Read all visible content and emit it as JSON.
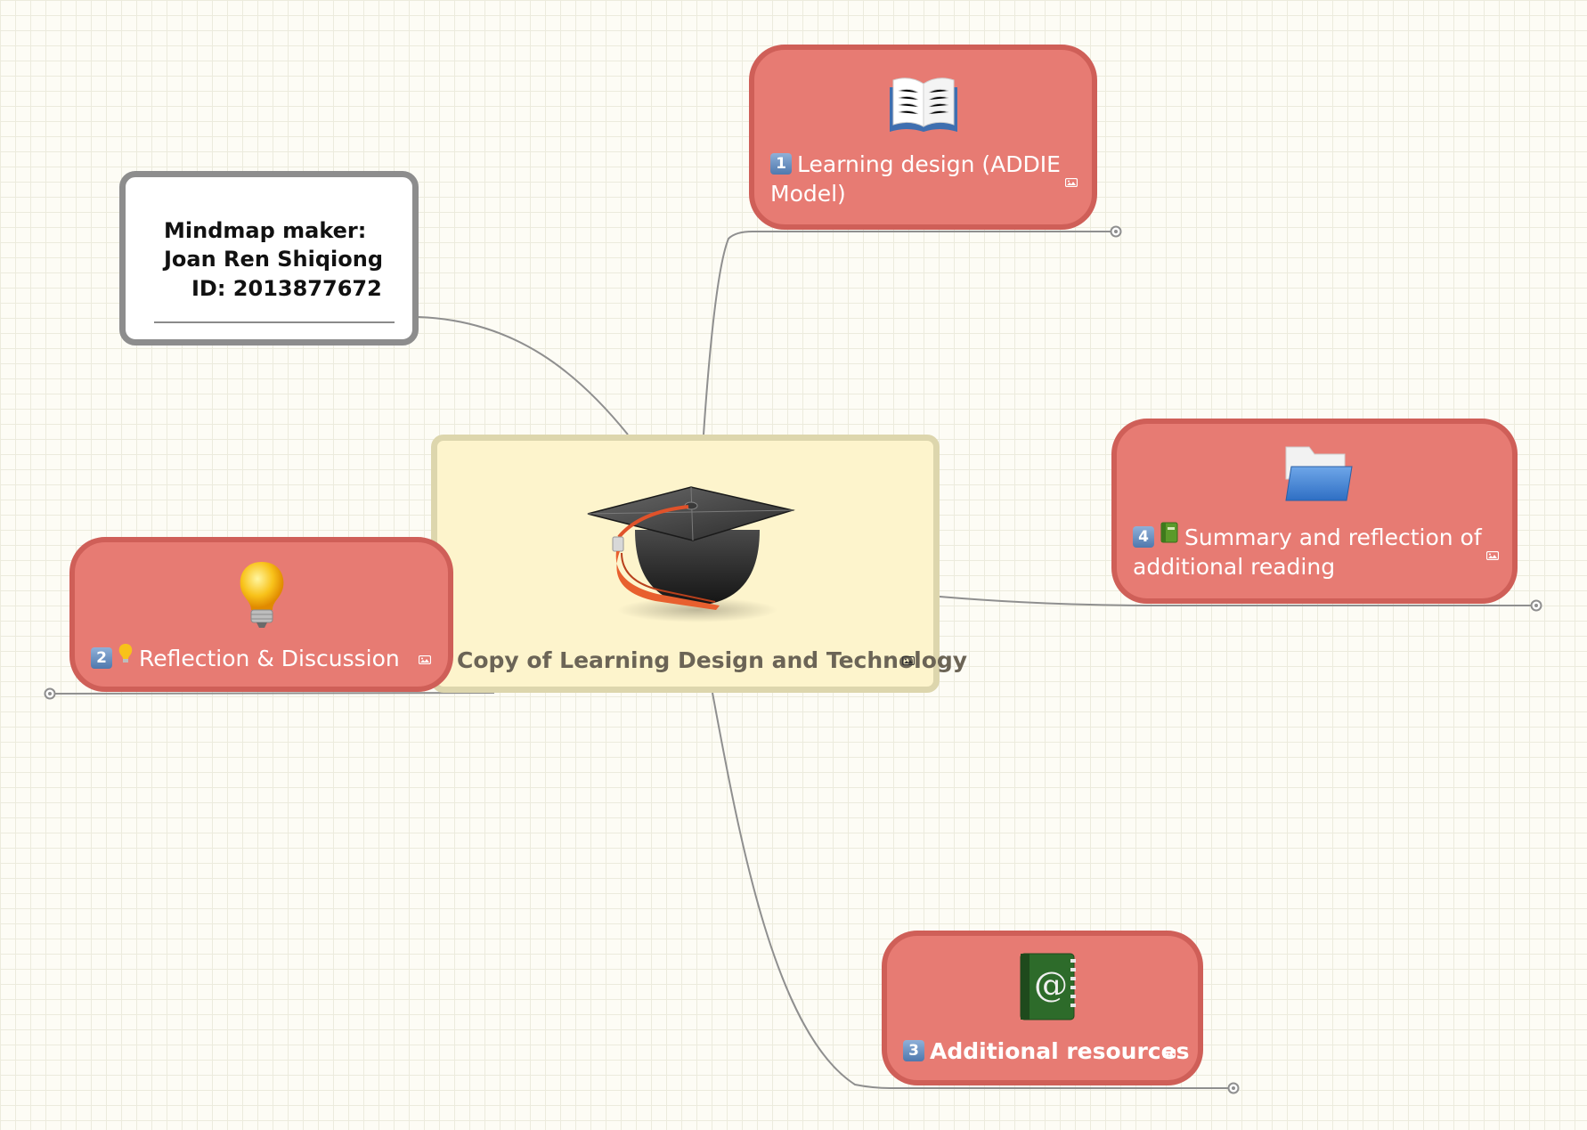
{
  "root": {
    "title": "Copy of Learning Design and Technology",
    "icon": "graduation-cap-icon"
  },
  "note": {
    "line1": "Mindmap maker:",
    "line2": "Joan Ren Shiqiong",
    "line3": "ID: 2013877672"
  },
  "branches": {
    "learning_design": {
      "number": "1",
      "icon": "open-book-icon",
      "line1": "Learning design (ADDIE",
      "line2": "Model)"
    },
    "reflection": {
      "number": "2",
      "icon": "light-bulb-icon",
      "label": "Reflection & Discussion"
    },
    "resources": {
      "number": "3",
      "icon": "address-book-icon",
      "label": "Additional resources"
    },
    "summary": {
      "number": "4",
      "icon": "blue-folder-icon",
      "line1": "Summary and reflection of",
      "line2": "additional reading"
    }
  },
  "colors": {
    "branch_fill": "#e77b73",
    "branch_border": "#cf5f58",
    "root_fill": "#fdf4cc",
    "root_border": "#ddd6ad",
    "connector": "#8f8f8f"
  }
}
